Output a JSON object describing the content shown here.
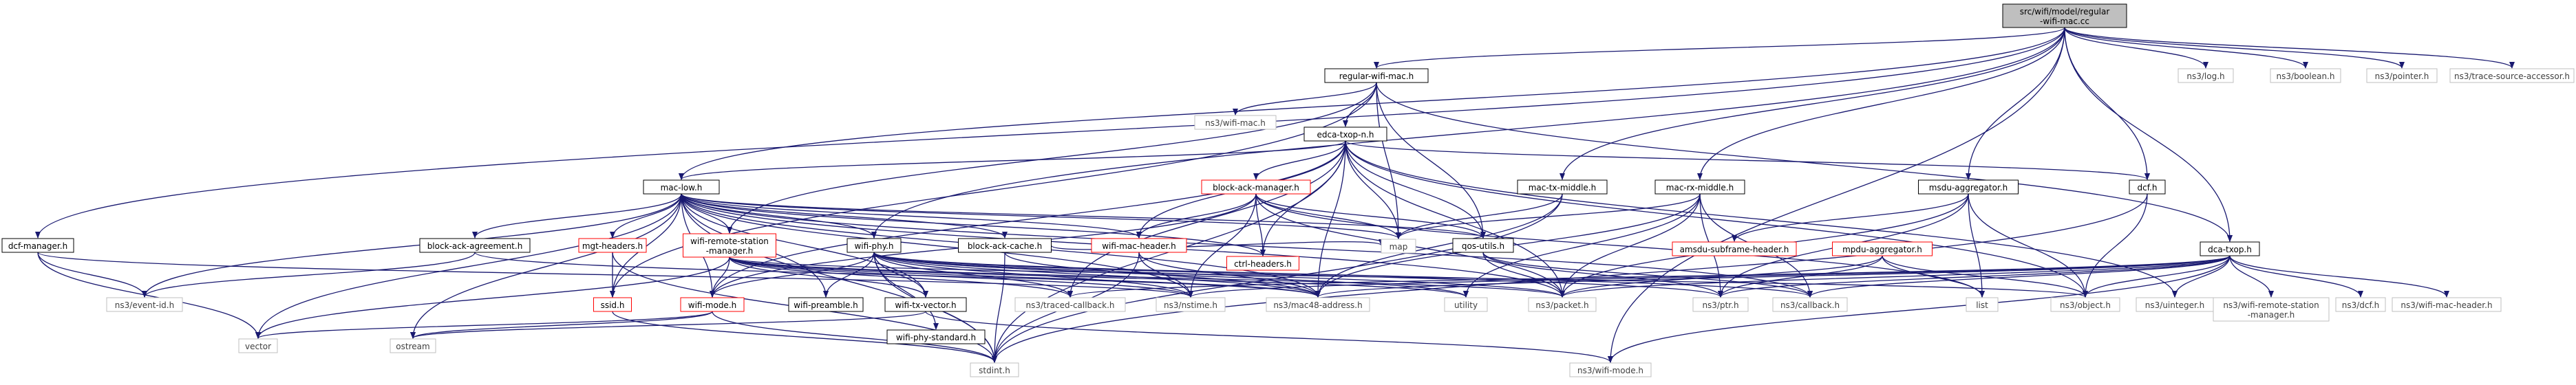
{
  "graph": {
    "colors": {
      "edge": "#191970",
      "root_fill": "#bfbfbf",
      "node_border": "#000000",
      "missing_border": "#ff0000",
      "external_border": "#bfbfbf",
      "text": "#000000",
      "external_text": "#404040"
    },
    "nodes": [
      {
        "id": "root",
        "lines": [
          "src/wifi/model/regular",
          "-wifi-mac.cc"
        ],
        "kind": "root"
      },
      {
        "id": "regular_wifi_mac_h",
        "lines": [
          "regular-wifi-mac.h"
        ],
        "kind": "normal"
      },
      {
        "id": "ns3_wifi_mac_h",
        "lines": [
          "ns3/wifi-mac.h"
        ],
        "kind": "external"
      },
      {
        "id": "edca_txop_n_h",
        "lines": [
          "edca-txop-n.h"
        ],
        "kind": "normal"
      },
      {
        "id": "mac_low_h",
        "lines": [
          "mac-low.h"
        ],
        "kind": "normal"
      },
      {
        "id": "block_ack_manager_h",
        "lines": [
          "block-ack-manager.h"
        ],
        "kind": "missing"
      },
      {
        "id": "mac_tx_middle_h",
        "lines": [
          "mac-tx-middle.h"
        ],
        "kind": "normal"
      },
      {
        "id": "mac_rx_middle_h",
        "lines": [
          "mac-rx-middle.h"
        ],
        "kind": "normal"
      },
      {
        "id": "msdu_aggregator_h",
        "lines": [
          "msdu-aggregator.h"
        ],
        "kind": "normal"
      },
      {
        "id": "dcf_h",
        "lines": [
          "dcf.h"
        ],
        "kind": "normal"
      },
      {
        "id": "dcf_manager_h",
        "lines": [
          "dcf-manager.h"
        ],
        "kind": "normal"
      },
      {
        "id": "ns3_log_h",
        "lines": [
          "ns3/log.h"
        ],
        "kind": "external"
      },
      {
        "id": "ns3_boolean_h",
        "lines": [
          "ns3/boolean.h"
        ],
        "kind": "external"
      },
      {
        "id": "ns3_pointer_h",
        "lines": [
          "ns3/pointer.h"
        ],
        "kind": "external"
      },
      {
        "id": "ns3_trace_source_accessor_h",
        "lines": [
          "ns3/trace-source-accessor.h"
        ],
        "kind": "external"
      },
      {
        "id": "mgt_headers_h",
        "lines": [
          "mgt-headers.h"
        ],
        "kind": "missing"
      },
      {
        "id": "wifi_remote_station_manager_h",
        "lines": [
          "wifi-remote-station",
          "-manager.h"
        ],
        "kind": "missing"
      },
      {
        "id": "wifi_phy_h",
        "lines": [
          "wifi-phy.h"
        ],
        "kind": "normal"
      },
      {
        "id": "block_ack_agreement_h",
        "lines": [
          "block-ack-agreement.h"
        ],
        "kind": "normal"
      },
      {
        "id": "block_ack_cache_h",
        "lines": [
          "block-ack-cache.h"
        ],
        "kind": "normal"
      },
      {
        "id": "wifi_mac_header_h",
        "lines": [
          "wifi-mac-header.h"
        ],
        "kind": "missing"
      },
      {
        "id": "ctrl_headers_h",
        "lines": [
          "ctrl-headers.h"
        ],
        "kind": "missing"
      },
      {
        "id": "map",
        "lines": [
          "map"
        ],
        "kind": "external"
      },
      {
        "id": "qos_utils_h",
        "lines": [
          "qos-utils.h"
        ],
        "kind": "normal"
      },
      {
        "id": "amsdu_subframe_header_h",
        "lines": [
          "amsdu-subframe-header.h"
        ],
        "kind": "missing"
      },
      {
        "id": "mpdu_aggregator_h",
        "lines": [
          "mpdu-aggregator.h"
        ],
        "kind": "missing"
      },
      {
        "id": "dca_txop_h",
        "lines": [
          "dca-txop.h"
        ],
        "kind": "normal"
      },
      {
        "id": "ns3_event_id_h",
        "lines": [
          "ns3/event-id.h"
        ],
        "kind": "external"
      },
      {
        "id": "ssid_h",
        "lines": [
          "ssid.h"
        ],
        "kind": "missing"
      },
      {
        "id": "wifi_mode_h",
        "lines": [
          "wifi-mode.h"
        ],
        "kind": "missing"
      },
      {
        "id": "wifi_preamble_h",
        "lines": [
          "wifi-preamble.h"
        ],
        "kind": "normal"
      },
      {
        "id": "wifi_tx_vector_h",
        "lines": [
          "wifi-tx-vector.h"
        ],
        "kind": "normal"
      },
      {
        "id": "ns3_traced_callback_h",
        "lines": [
          "ns3/traced-callback.h"
        ],
        "kind": "external"
      },
      {
        "id": "ns3_nstime_h",
        "lines": [
          "ns3/nstime.h"
        ],
        "kind": "external"
      },
      {
        "id": "wifi_phy_standard_h",
        "lines": [
          "wifi-phy-standard.h"
        ],
        "kind": "normal"
      },
      {
        "id": "ns3_mac48_address_h",
        "lines": [
          "ns3/mac48-address.h"
        ],
        "kind": "external"
      },
      {
        "id": "utility",
        "lines": [
          "utility"
        ],
        "kind": "external"
      },
      {
        "id": "ns3_packet_h",
        "lines": [
          "ns3/packet.h"
        ],
        "kind": "external"
      },
      {
        "id": "ns3_ptr_h",
        "lines": [
          "ns3/ptr.h"
        ],
        "kind": "external"
      },
      {
        "id": "ns3_callback_h",
        "lines": [
          "ns3/callback.h"
        ],
        "kind": "external"
      },
      {
        "id": "list",
        "lines": [
          "list"
        ],
        "kind": "external"
      },
      {
        "id": "ns3_object_h",
        "lines": [
          "ns3/object.h"
        ],
        "kind": "external"
      },
      {
        "id": "ns3_uinteger_h",
        "lines": [
          "ns3/uinteger.h"
        ],
        "kind": "external"
      },
      {
        "id": "ns3_wifi_remote_station_manager_h",
        "lines": [
          "ns3/wifi-remote-station",
          "-manager.h"
        ],
        "kind": "external"
      },
      {
        "id": "ns3_dcf_h",
        "lines": [
          "ns3/dcf.h"
        ],
        "kind": "external"
      },
      {
        "id": "ns3_wifi_mac_header_h",
        "lines": [
          "ns3/wifi-mac-header.h"
        ],
        "kind": "external"
      },
      {
        "id": "vector",
        "lines": [
          "vector"
        ],
        "kind": "external"
      },
      {
        "id": "ostream",
        "lines": [
          "ostream"
        ],
        "kind": "external"
      },
      {
        "id": "stdint_h",
        "lines": [
          "stdint.h"
        ],
        "kind": "external"
      },
      {
        "id": "ns3_wifi_mode_h",
        "lines": [
          "ns3/wifi-mode.h"
        ],
        "kind": "external"
      }
    ],
    "edges": [
      [
        "root",
        "regular_wifi_mac_h"
      ],
      [
        "root",
        "mac_low_h"
      ],
      [
        "root",
        "mac_tx_middle_h"
      ],
      [
        "root",
        "mac_rx_middle_h"
      ],
      [
        "root",
        "msdu_aggregator_h"
      ],
      [
        "root",
        "dcf_h"
      ],
      [
        "root",
        "dcf_manager_h"
      ],
      [
        "root",
        "ns3_log_h"
      ],
      [
        "root",
        "ns3_boolean_h"
      ],
      [
        "root",
        "ns3_pointer_h"
      ],
      [
        "root",
        "ns3_trace_source_accessor_h"
      ],
      [
        "root",
        "dca_txop_h"
      ],
      [
        "root",
        "wifi_phy_h"
      ],
      [
        "root",
        "ns3_wifi_mode_h"
      ],
      [
        "regular_wifi_mac_h",
        "ns3_wifi_mac_h"
      ],
      [
        "regular_wifi_mac_h",
        "edca_txop_n_h"
      ],
      [
        "regular_wifi_mac_h",
        "dca_txop_h"
      ],
      [
        "regular_wifi_mac_h",
        "map"
      ],
      [
        "regular_wifi_mac_h",
        "qos_utils_h"
      ],
      [
        "regular_wifi_mac_h",
        "wifi_remote_station_manager_h"
      ],
      [
        "regular_wifi_mac_h",
        "ssid_h"
      ],
      [
        "edca_txop_n_h",
        "block_ack_manager_h"
      ],
      [
        "edca_txop_n_h",
        "mac_low_h"
      ],
      [
        "edca_txop_n_h",
        "qos_utils_h"
      ],
      [
        "edca_txop_n_h",
        "map"
      ],
      [
        "edca_txop_n_h",
        "wifi_mac_header_h"
      ],
      [
        "edca_txop_n_h",
        "ctrl_headers_h"
      ],
      [
        "edca_txop_n_h",
        "ns3_packet_h"
      ],
      [
        "edca_txop_n_h",
        "ns3_mac48_address_h"
      ],
      [
        "edca_txop_n_h",
        "dcf_h"
      ],
      [
        "edca_txop_n_h",
        "ns3_object_h"
      ],
      [
        "edca_txop_n_h",
        "ns3_uinteger_h"
      ],
      [
        "edca_txop_n_h",
        "ns3_traced_callback_h"
      ],
      [
        "edca_txop_n_h",
        "wifi_mode_h"
      ],
      [
        "edca_txop_n_h",
        "stdint_h"
      ],
      [
        "mac_low_h",
        "mgt_headers_h"
      ],
      [
        "mac_low_h",
        "wifi_remote_station_manager_h"
      ],
      [
        "mac_low_h",
        "wifi_phy_h"
      ],
      [
        "mac_low_h",
        "block_ack_agreement_h"
      ],
      [
        "mac_low_h",
        "block_ack_cache_h"
      ],
      [
        "mac_low_h",
        "wifi_mac_header_h"
      ],
      [
        "mac_low_h",
        "ctrl_headers_h"
      ],
      [
        "mac_low_h",
        "map"
      ],
      [
        "mac_low_h",
        "qos_utils_h"
      ],
      [
        "mac_low_h",
        "ns3_event_id_h"
      ],
      [
        "mac_low_h",
        "ssid_h"
      ],
      [
        "mac_low_h",
        "wifi_mode_h"
      ],
      [
        "mac_low_h",
        "wifi_preamble_h"
      ],
      [
        "mac_low_h",
        "wifi_tx_vector_h"
      ],
      [
        "mac_low_h",
        "ns3_nstime_h"
      ],
      [
        "mac_low_h",
        "ns3_mac48_address_h"
      ],
      [
        "mac_low_h",
        "ns3_packet_h"
      ],
      [
        "mac_low_h",
        "ns3_callback_h"
      ],
      [
        "mac_low_h",
        "vector"
      ],
      [
        "mac_low_h",
        "ostream"
      ],
      [
        "mac_low_h",
        "stdint_h"
      ],
      [
        "block_ack_manager_h",
        "wifi_mac_header_h"
      ],
      [
        "block_ack_manager_h",
        "ctrl_headers_h"
      ],
      [
        "block_ack_manager_h",
        "qos_utils_h"
      ],
      [
        "block_ack_manager_h",
        "map"
      ],
      [
        "block_ack_manager_h",
        "ns3_packet_h"
      ],
      [
        "block_ack_manager_h",
        "ns3_nstime_h"
      ],
      [
        "block_ack_manager_h",
        "list"
      ],
      [
        "block_ack_manager_h",
        "wifi_mode_h"
      ],
      [
        "mac_tx_middle_h",
        "map"
      ],
      [
        "mac_tx_middle_h",
        "ns3_mac48_address_h"
      ],
      [
        "mac_tx_middle_h",
        "stdint_h"
      ],
      [
        "mac_rx_middle_h",
        "map"
      ],
      [
        "mac_rx_middle_h",
        "utility"
      ],
      [
        "mac_rx_middle_h",
        "ns3_callback_h"
      ],
      [
        "mac_rx_middle_h",
        "ns3_packet_h"
      ],
      [
        "mac_rx_middle_h",
        "ns3_ptr_h"
      ],
      [
        "mac_rx_middle_h",
        "ns3_mac48_address_h"
      ],
      [
        "msdu_aggregator_h",
        "amsdu_subframe_header_h"
      ],
      [
        "msdu_aggregator_h",
        "ns3_packet_h"
      ],
      [
        "msdu_aggregator_h",
        "ns3_ptr_h"
      ],
      [
        "msdu_aggregator_h",
        "ns3_object_h"
      ],
      [
        "msdu_aggregator_h",
        "list"
      ],
      [
        "mpdu_aggregator_h",
        "ns3_packet_h"
      ],
      [
        "mpdu_aggregator_h",
        "ns3_ptr_h"
      ],
      [
        "mpdu_aggregator_h",
        "ns3_object_h"
      ],
      [
        "mpdu_aggregator_h",
        "list"
      ],
      [
        "dcf_h",
        "ns3_object_h"
      ],
      [
        "dcf_h",
        "stdint_h"
      ],
      [
        "dcf_manager_h",
        "ns3_event_id_h"
      ],
      [
        "dcf_manager_h",
        "vector"
      ],
      [
        "dcf_manager_h",
        "ns3_nstime_h"
      ],
      [
        "wifi_remote_station_manager_h",
        "ns3_mac48_address_h"
      ],
      [
        "wifi_remote_station_manager_h",
        "ns3_traced_callback_h"
      ],
      [
        "wifi_remote_station_manager_h",
        "ns3_nstime_h"
      ],
      [
        "wifi_remote_station_manager_h",
        "wifi_mode_h"
      ],
      [
        "wifi_remote_station_manager_h",
        "wifi_tx_vector_h"
      ],
      [
        "wifi_remote_station_manager_h",
        "vector"
      ],
      [
        "wifi_remote_station_manager_h",
        "ns3_packet_h"
      ],
      [
        "wifi_remote_station_manager_h",
        "ns3_object_h"
      ],
      [
        "wifi_remote_station_manager_h",
        "utility"
      ],
      [
        "wifi_phy_h",
        "wifi_mode_h"
      ],
      [
        "wifi_phy_h",
        "wifi_preamble_h"
      ],
      [
        "wifi_phy_h",
        "wifi_phy_standard_h"
      ],
      [
        "wifi_phy_h",
        "wifi_tx_vector_h"
      ],
      [
        "wifi_phy_h",
        "ns3_traced_callback_h"
      ],
      [
        "wifi_phy_h",
        "ns3_nstime_h"
      ],
      [
        "wifi_phy_h",
        "ns3_mac48_address_h"
      ],
      [
        "wifi_phy_h",
        "ns3_packet_h"
      ],
      [
        "wifi_phy_h",
        "ns3_callback_h"
      ],
      [
        "wifi_phy_h",
        "ns3_ptr_h"
      ],
      [
        "wifi_phy_h",
        "utility"
      ],
      [
        "wifi_phy_h",
        "stdint_h"
      ],
      [
        "block_ack_agreement_h",
        "ns3_mac48_address_h"
      ],
      [
        "block_ack_agreement_h",
        "ns3_event_id_h"
      ],
      [
        "block_ack_cache_h",
        "ns3_mac48_address_h"
      ],
      [
        "block_ack_cache_h",
        "stdint_h"
      ],
      [
        "block_ack_cache_h",
        "map"
      ],
      [
        "wifi_mac_header_h",
        "ns3_mac48_address_h"
      ],
      [
        "wifi_mac_header_h",
        "ns3_nstime_h"
      ],
      [
        "wifi_mac_header_h",
        "stdint_h"
      ],
      [
        "mgt_headers_h",
        "ssid_h"
      ],
      [
        "mgt_headers_h",
        "stdint_h"
      ],
      [
        "ssid_h",
        "stdint_h"
      ],
      [
        "qos_utils_h",
        "ns3_packet_h"
      ],
      [
        "qos_utils_h",
        "ns3_ptr_h"
      ],
      [
        "qos_utils_h",
        "ns3_callback_h"
      ],
      [
        "dca_txop_h",
        "ns3_callback_h"
      ],
      [
        "dca_txop_h",
        "ns3_packet_h"
      ],
      [
        "dca_txop_h",
        "ns3_nstime_h"
      ],
      [
        "dca_txop_h",
        "ns3_object_h"
      ],
      [
        "dca_txop_h",
        "ns3_mac48_address_h"
      ],
      [
        "dca_txop_h",
        "ns3_wifi_mode_h"
      ],
      [
        "dca_txop_h",
        "ns3_wifi_remote_station_manager_h"
      ],
      [
        "dca_txop_h",
        "ns3_dcf_h"
      ],
      [
        "dca_txop_h",
        "ns3_wifi_mac_header_h"
      ],
      [
        "dca_txop_h",
        "ns3_uinteger_h"
      ],
      [
        "dca_txop_h",
        "ns3_ptr_h"
      ],
      [
        "dca_txop_h",
        "ns3_traced_callback_h"
      ],
      [
        "wifi_mode_h",
        "vector"
      ],
      [
        "wifi_mode_h",
        "ostream"
      ],
      [
        "wifi_mode_h",
        "stdint_h"
      ],
      [
        "wifi_tx_vector_h",
        "ostream"
      ],
      [
        "wifi_tx_vector_h",
        "ns3_wifi_mode_h"
      ]
    ]
  }
}
